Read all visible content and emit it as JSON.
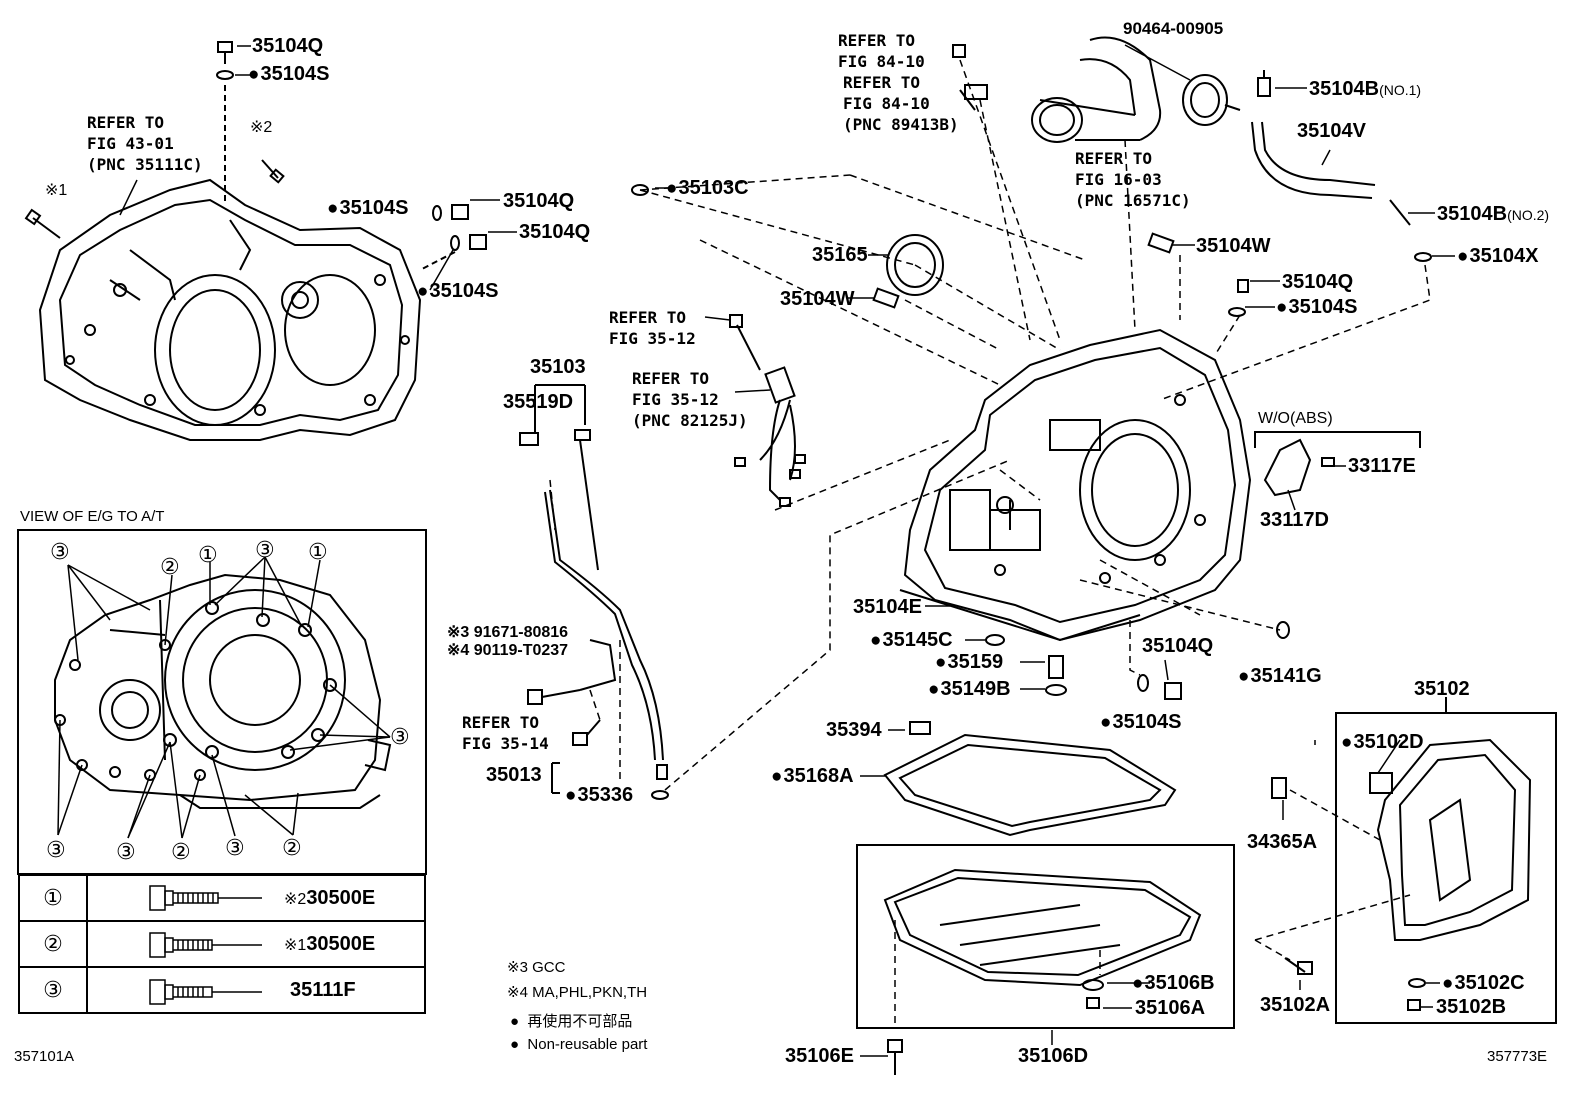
{
  "labels": {
    "p35104Q_a": "35104Q",
    "p35104S_a": "35104S",
    "refer_43": "REFER TO\nFIG 43-01\n(PNC 35111C)",
    "kome2": "※2",
    "kome1": "※1",
    "p35104S_b": "35104S",
    "p35104Q_b": "35104Q",
    "p35104Q_c": "35104Q",
    "p35104S_c": "35104S",
    "p35103C": "35103C",
    "refer_84a": "REFER TO\nFIG 84-10",
    "refer_84b": "REFER TO\nFIG 84-10\n(PNC 89413B)",
    "p90464": "90464-00905",
    "refer_16": "REFER TO\nFIG 16-03\n(PNC 16571C)",
    "p35104B1": "35104B",
    "no1": "(NO.1)",
    "p35104V": "35104V",
    "p35104B2": "35104B",
    "no2": "(NO.2)",
    "p35104X": "35104X",
    "p35165": "35165",
    "p35104W_a": "35104W",
    "p35104W_b": "35104W",
    "p35104Q_d": "35104Q",
    "p35104S_d": "35104S",
    "refer_35a": "REFER TO\nFIG 35-12",
    "refer_35b": "REFER TO\nFIG 35-12\n(PNC 82125J)",
    "p35103": "35103",
    "p35519D": "35519D",
    "wo_abs": "W/O(ABS)",
    "p33117E": "33117E",
    "p33117D": "33117D",
    "view_title": "VIEW OF E/G TO A/T",
    "p35104E": "35104E",
    "p35145C": "35145C",
    "p35159": "35159",
    "p35149B": "35149B",
    "p35104Q_e": "35104Q",
    "p35141G": "35141G",
    "p35104S_e": "35104S",
    "p35102": "35102",
    "p35102D": "35102D",
    "kome3_part": "※3 91671-80816",
    "kome4_part": "※4 90119-T0237",
    "refer_35_14": "REFER TO\nFIG 35-14",
    "p35013": "35013",
    "p35336": "35336",
    "p35394": "35394",
    "p35168A": "35168A",
    "p34365A": "34365A",
    "p35106B": "35106B",
    "p35106A": "35106A",
    "p35102C": "35102C",
    "p35102B": "35102B",
    "p35102A": "35102A",
    "p35106E": "35106E",
    "p35106D": "35106D",
    "note3": "※3  GCC",
    "note4": "※4  MA,PHL,PKN,TH",
    "legend_jp": "再使用不可部品",
    "legend_en": "Non-reusable part",
    "code_left": "357101A",
    "code_right": "357773E"
  },
  "view_markers": {
    "m1": "①",
    "m2": "②",
    "m3": "③"
  },
  "bolt_table": [
    {
      "num": "①",
      "mark": "※2",
      "part": "30500E"
    },
    {
      "num": "②",
      "mark": "※1",
      "part": "30500E"
    },
    {
      "num": "③",
      "mark": "",
      "part": "35111F"
    }
  ]
}
